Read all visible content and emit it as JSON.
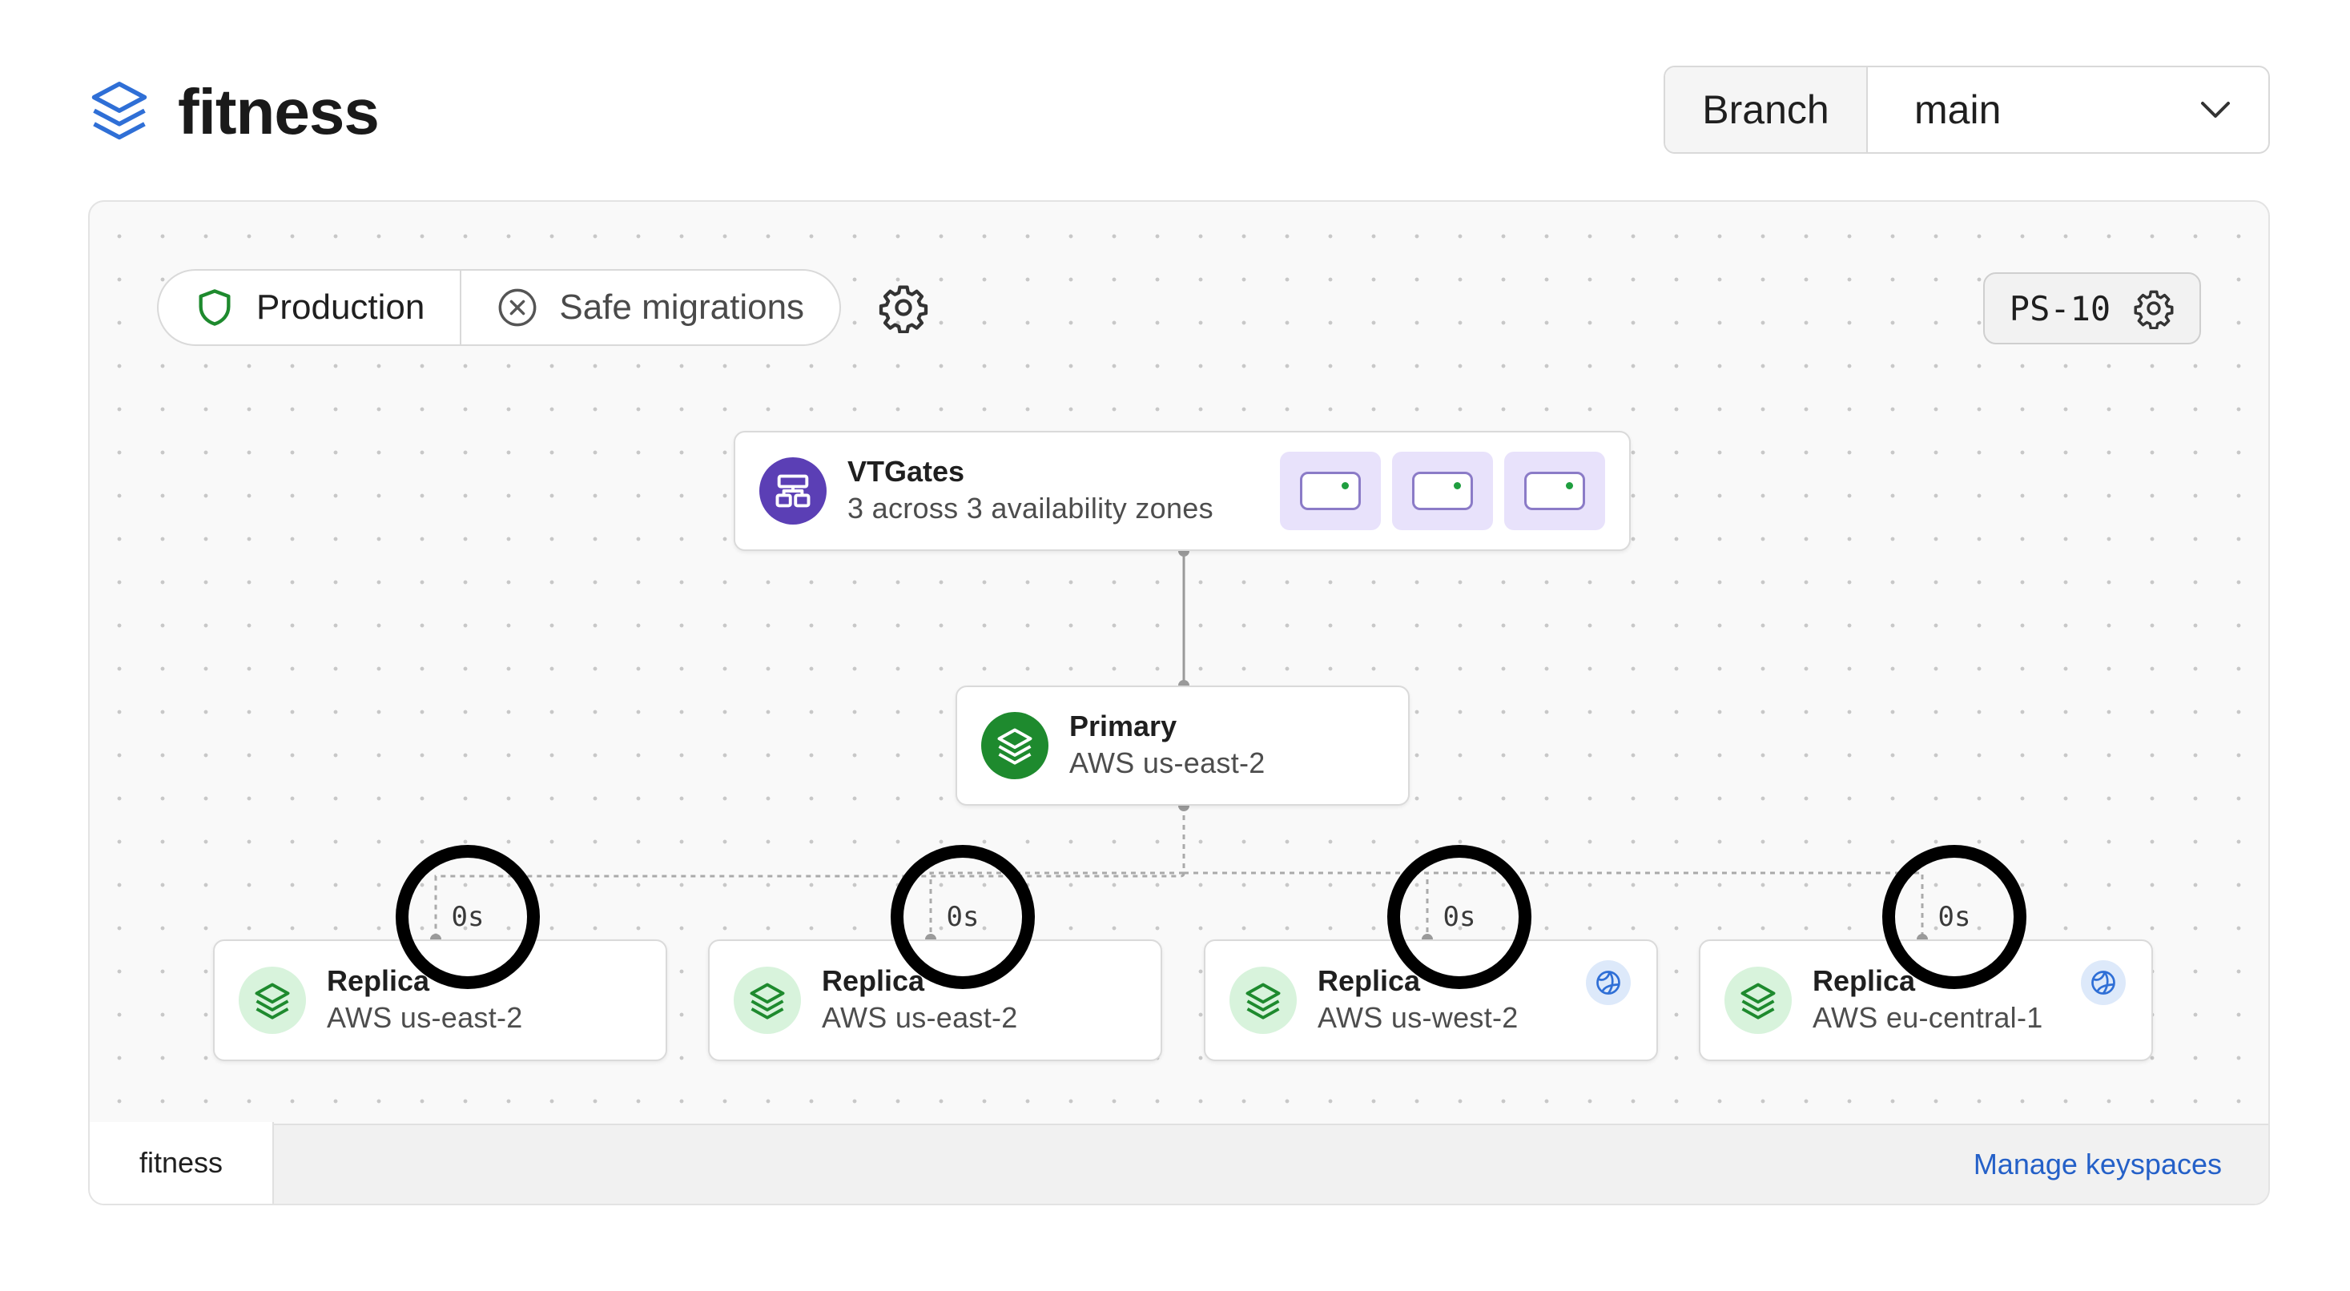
{
  "app": {
    "title": "fitness",
    "logo_icon": "layers-stack-icon"
  },
  "branch": {
    "label": "Branch",
    "value": "main"
  },
  "toolbar": {
    "production_label": "Production",
    "safe_migrations_label": "Safe migrations",
    "ps_label": "PS-10"
  },
  "topology": {
    "vtgates": {
      "title": "VTGates",
      "subtitle": "3 across 3 availability zones",
      "instances": 3
    },
    "primary": {
      "title": "Primary",
      "subtitle": "AWS us-east-2"
    },
    "replicas": [
      {
        "title": "Replica",
        "subtitle": "AWS us-east-2",
        "lag": "0s",
        "external_region": false
      },
      {
        "title": "Replica",
        "subtitle": "AWS us-east-2",
        "lag": "0s",
        "external_region": false
      },
      {
        "title": "Replica",
        "subtitle": "AWS us-west-2",
        "lag": "0s",
        "external_region": true
      },
      {
        "title": "Replica",
        "subtitle": "AWS eu-central-1",
        "lag": "0s",
        "external_region": true
      }
    ]
  },
  "footer": {
    "keyspace_tab": "fitness",
    "manage_link": "Manage keyspaces"
  },
  "colors": {
    "vtgates_icon_bg": "#5b3fb5",
    "primary_icon_bg": "#1e8a2e",
    "replica_icon_bg": "#d8f3dc",
    "link": "#2460c8",
    "status_dot": "#1f9e3f"
  }
}
